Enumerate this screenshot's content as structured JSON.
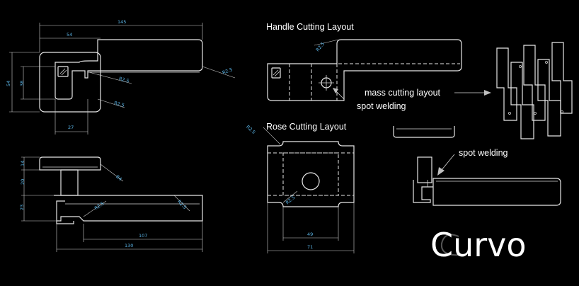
{
  "labels": {
    "handle_cutting_layout": "Handle Cutting Layout",
    "rose_cutting_layout": "Rose Cutting Layout",
    "mass_cutting_layout": "mass cutting layout",
    "spot_welding_1": "spot welding",
    "spot_welding_2": "spot welding"
  },
  "brand": "Curvo",
  "dimensions": {
    "top_145": "145",
    "top_54w": "54",
    "top_54h": "54",
    "top_38": "38",
    "top_27": "27",
    "top_r25_a": "R2.5",
    "top_r25_b": "R2.5",
    "top_r25_c": "R2.5",
    "side_14": "14",
    "side_20": "20",
    "side_23": "23",
    "side_r4": "R4",
    "side_r25_a": "R2.5",
    "side_r25_b": "R2.5",
    "side_107": "107",
    "side_130": "130",
    "handle_r25": "R2.5",
    "rose_r25_a": "R2.5",
    "rose_r25_b": "R2.5",
    "rose_49": "49",
    "rose_71": "71"
  },
  "colors": {
    "background": "#000000",
    "line": "#e6e6e6",
    "dimension_text": "#5ab4e6"
  }
}
